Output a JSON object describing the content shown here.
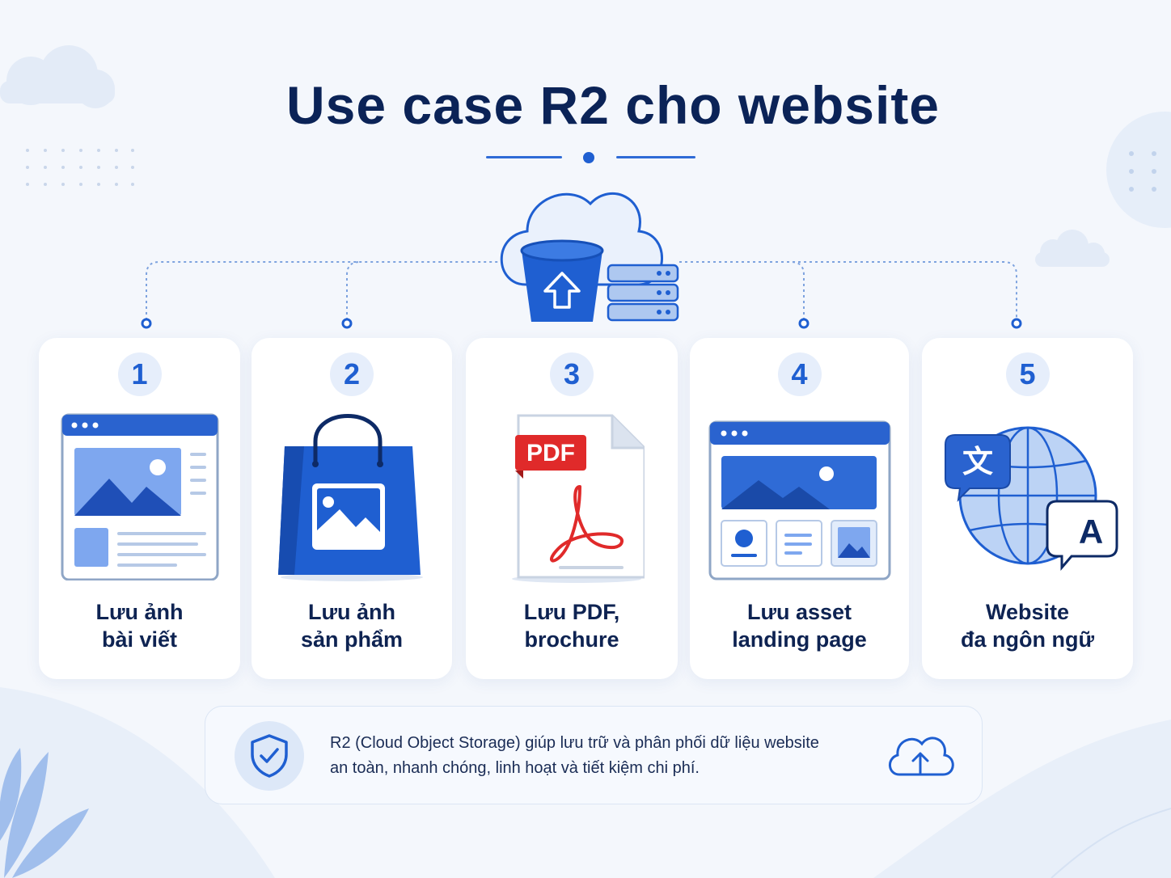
{
  "title": "Use case R2 cho website",
  "use_cases": [
    {
      "number": "1",
      "label_line1": "Lưu ảnh",
      "label_line2": "bài viết",
      "icon": "blog-image-icon"
    },
    {
      "number": "2",
      "label_line1": "Lưu ảnh",
      "label_line2": "sản phẩm",
      "icon": "shopping-bag-icon"
    },
    {
      "number": "3",
      "label_line1": "Lưu PDF,",
      "label_line2": "brochure",
      "icon": "pdf-document-icon",
      "badge_text": "PDF"
    },
    {
      "number": "4",
      "label_line1": "Lưu asset",
      "label_line2": "landing page",
      "icon": "landing-page-icon"
    },
    {
      "number": "5",
      "label_line1": "Website",
      "label_line2": "đa ngôn ngữ",
      "icon": "multilingual-globe-icon",
      "glyph_1": "文",
      "glyph_2": "A"
    }
  ],
  "footer": {
    "line1": "R2 (Cloud Object Storage) giúp lưu trữ và phân phối dữ liệu website",
    "line2": "an toàn, nhanh chóng, linh hoạt và tiết kiệm chi phí."
  },
  "colors": {
    "primary": "#1f5fd1",
    "navy": "#0b2357",
    "light_blue": "#dce8f9",
    "pdf_red": "#e02a2a",
    "background": "#f4f7fc"
  }
}
